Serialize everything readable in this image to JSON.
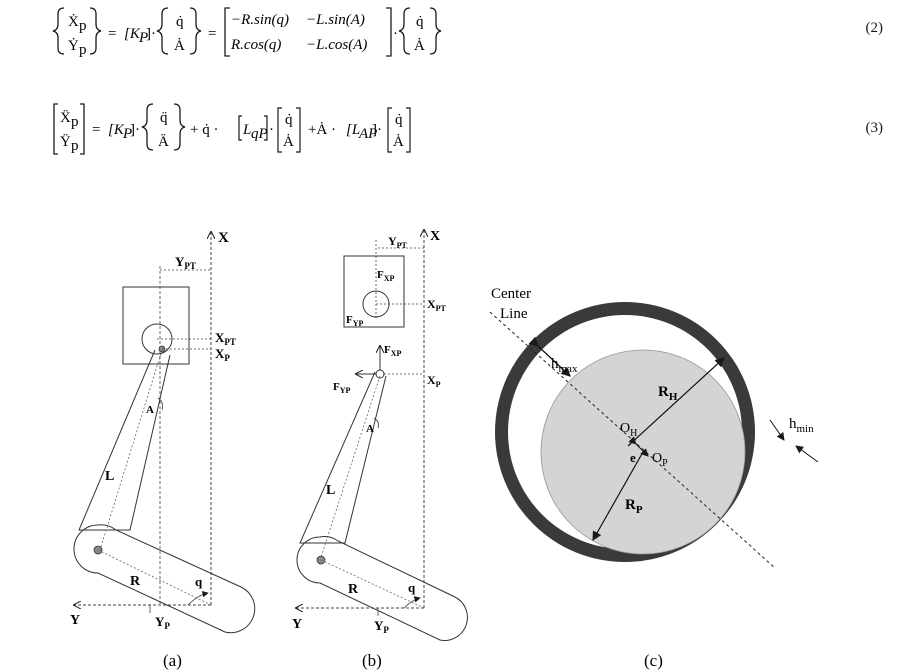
{
  "equations": {
    "eq2": {
      "lhs": [
        "Ẋ",
        "Ẏ"
      ],
      "sub": "p",
      "eq": "=",
      "kp": "[K",
      "kp_sub": "P",
      "kp_close": "]·",
      "vec": [
        "q̇",
        "Ȧ"
      ],
      "matrix": [
        [
          "−R.sin(q)",
          "−L.sin(A)"
        ],
        [
          "R.cos(q)",
          "−L.cos(A)"
        ]
      ],
      "dot": "·",
      "number": "(2)"
    },
    "eq3": {
      "lhs": [
        "Ẍ",
        "Ÿ"
      ],
      "sub": "p",
      "eq": "=",
      "kp": "[K",
      "kp_sub": "P",
      "kp_close": "]·",
      "vec": [
        "q̈",
        "Ä"
      ],
      "plus1": "+ q̇ ·",
      "lqp": "L",
      "lqp_sub": "qP",
      "vec2": [
        "q̇",
        "Ȧ"
      ],
      "plus2": "+Ȧ ·",
      "lap": "[L",
      "lap_sub": "AP",
      "lap_close": "]·",
      "number": "(3)"
    }
  },
  "figure": {
    "panel_a": {
      "caption": "(a)",
      "X": "X",
      "Y": "Y",
      "YPT": "Y",
      "YPT_sub": "PT",
      "XPT": "X",
      "XPT_sub": "PT",
      "XP": "X",
      "XP_sub": "P",
      "YP": "Y",
      "YP_sub": "P",
      "L": "L",
      "R": "R",
      "q": "q",
      "A": "A"
    },
    "panel_b": {
      "caption": "(b)",
      "X": "X",
      "Y": "Y",
      "YPT": "Y",
      "YPT_sub": "PT",
      "XPT": "X",
      "XPT_sub": "PT",
      "XP": "X",
      "XP_sub": "P",
      "YP": "Y",
      "YP_sub": "P",
      "FXP": "F",
      "FXP_sub": "XP",
      "FYP": "F",
      "FYP_sub": "YP",
      "L": "L",
      "R": "R",
      "q": "q",
      "A": "A"
    },
    "panel_c": {
      "caption": "(c)",
      "center_line_1": "Center",
      "center_line_2": "Line",
      "hmax": "h",
      "hmax_sub": "max",
      "hmin": "h",
      "hmin_sub": "min",
      "RH": "R",
      "RH_sub": "H",
      "RP": "R",
      "RP_sub": "P",
      "OH": "O",
      "OH_sub": "H",
      "OP": "O",
      "OP_sub": "P",
      "e": "e",
      "colors": {
        "housing": "#3a3a3a",
        "pin": "#d4d4d4",
        "gap": "#ffffff"
      }
    }
  }
}
